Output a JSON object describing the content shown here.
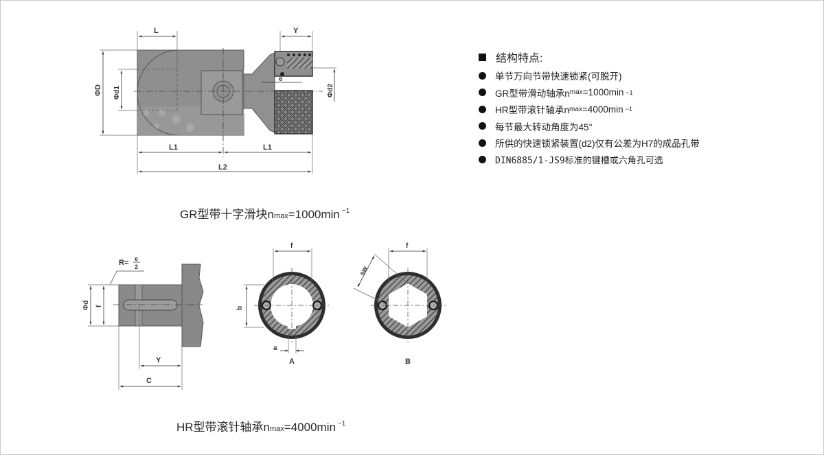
{
  "colors": {
    "part_fill": "#8e8e8e",
    "part_dark": "#6a6a6a",
    "line": "#444444",
    "frame": "#c8c8c8",
    "text": "#222222"
  },
  "gr_drawing": {
    "labels": {
      "L": "L",
      "Y": "Y",
      "D": "ΦD",
      "d1": "Φd1",
      "d2": "Φd2",
      "e": "e",
      "L1_left": "L1",
      "L1_right": "L1",
      "L2": "L2"
    },
    "caption": {
      "prefix": "GR型带十字滑块n",
      "sub": "max",
      "value": "=1000min",
      "sup": "−1"
    }
  },
  "hr_drawing": {
    "labels": {
      "R": "R=",
      "R_num": "e",
      "R_den": "2",
      "d": "Φd",
      "f": "f",
      "Y": "Y",
      "C": "C"
    },
    "caption": {
      "prefix": "HR型带滚针轴承n",
      "sub": "max",
      "value": "=4000min",
      "sup": "−1"
    }
  },
  "section_a": {
    "label": "A",
    "f": "f",
    "b": "b",
    "a": "a"
  },
  "section_b": {
    "label": "B",
    "f": "f",
    "sw": "sw"
  },
  "features": {
    "title": "结构特点:",
    "items": [
      {
        "text": "单节万向节带快速锁紧(可脱开)"
      },
      {
        "prefix": "GR型带滑动轴承n",
        "sub": "max",
        "value": "=1000min",
        "sup": "−1"
      },
      {
        "prefix": "HR型带滚针轴承n",
        "sub": "max",
        "value": "=4000min",
        "sup": "−1"
      },
      {
        "text": "每节最大转动角度为45°"
      },
      {
        "text": "所供的快速锁紧装置(d2)仅有公差为H7的成品孔带"
      },
      {
        "text": "DIN6885/1-JS9标准的键槽或六角孔可选"
      }
    ]
  }
}
